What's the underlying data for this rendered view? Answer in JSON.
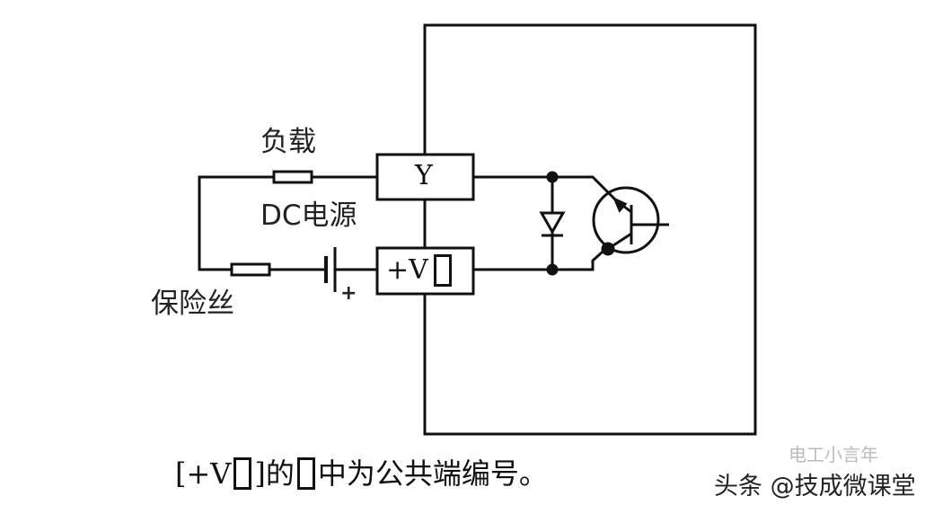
{
  "labels": {
    "load": "负载",
    "dc_source": "DC电源",
    "fuse": "保险丝",
    "battery_polarity": "+"
  },
  "terminals": {
    "y": "Y",
    "common": "+V"
  },
  "caption": {
    "part1": "[+V",
    "part2": "]的",
    "part3": "中为公共端编号。"
  },
  "watermark": {
    "main": "头条 @技成微课堂",
    "faint": "电工小言年"
  }
}
